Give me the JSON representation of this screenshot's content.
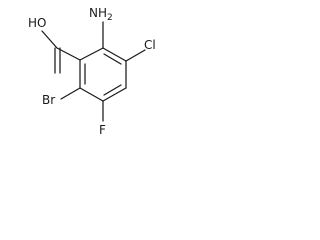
{
  "molecule": {
    "labels": {
      "amino": "NH2",
      "amino_main": "NH",
      "amino_sub": "2",
      "hydroxyl": "HO",
      "chloro": "Cl",
      "fluoro": "F",
      "bromo": "Br"
    }
  }
}
